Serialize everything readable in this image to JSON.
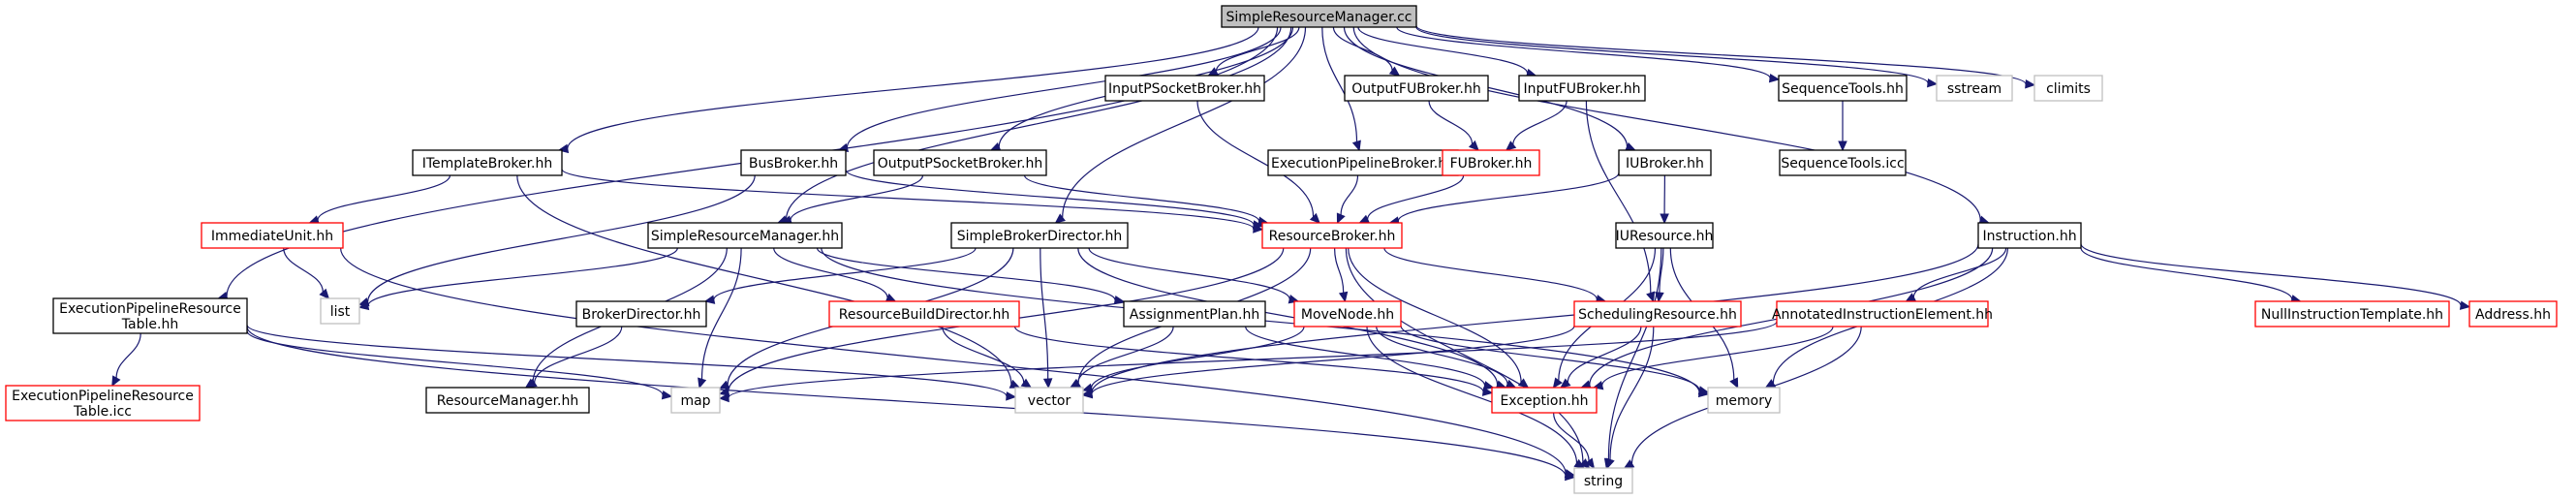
{
  "graph": {
    "nodes": [
      {
        "id": "src",
        "lines": [
          "SimpleResourceManager.cc"
        ],
        "style": "root"
      },
      {
        "id": "inpsock",
        "lines": [
          "InputPSocketBroker.hh"
        ],
        "style": "normal"
      },
      {
        "id": "outfu",
        "lines": [
          "OutputFUBroker.hh"
        ],
        "style": "normal"
      },
      {
        "id": "infu",
        "lines": [
          "InputFUBroker.hh"
        ],
        "style": "normal"
      },
      {
        "id": "seqtools",
        "lines": [
          "SequenceTools.hh"
        ],
        "style": "normal"
      },
      {
        "id": "sstream",
        "lines": [
          "sstream"
        ],
        "style": "external"
      },
      {
        "id": "climits",
        "lines": [
          "climits"
        ],
        "style": "external"
      },
      {
        "id": "seqicc",
        "lines": [
          "SequenceTools.icc"
        ],
        "style": "normal"
      },
      {
        "id": "itemplate",
        "lines": [
          "ITemplateBroker.hh"
        ],
        "style": "normal"
      },
      {
        "id": "bus",
        "lines": [
          "BusBroker.hh"
        ],
        "style": "normal"
      },
      {
        "id": "outpsock",
        "lines": [
          "OutputPSocketBroker.hh"
        ],
        "style": "normal"
      },
      {
        "id": "execbroker",
        "lines": [
          "ExecutionPipelineBroker.hh"
        ],
        "style": "normal"
      },
      {
        "id": "fubroker",
        "lines": [
          "FUBroker.hh"
        ],
        "style": "red"
      },
      {
        "id": "iubroker",
        "lines": [
          "IUBroker.hh"
        ],
        "style": "normal"
      },
      {
        "id": "immunit",
        "lines": [
          "ImmediateUnit.hh"
        ],
        "style": "red"
      },
      {
        "id": "srmhh",
        "lines": [
          "SimpleResourceManager.hh"
        ],
        "style": "normal"
      },
      {
        "id": "sbdir",
        "lines": [
          "SimpleBrokerDirector.hh"
        ],
        "style": "normal"
      },
      {
        "id": "rbroker",
        "lines": [
          "ResourceBroker.hh"
        ],
        "style": "red"
      },
      {
        "id": "iures",
        "lines": [
          "IUResource.hh"
        ],
        "style": "normal"
      },
      {
        "id": "instr",
        "lines": [
          "Instruction.hh"
        ],
        "style": "normal"
      },
      {
        "id": "eprt",
        "lines": [
          "ExecutionPipelineResource",
          "Table.hh"
        ],
        "style": "normal"
      },
      {
        "id": "list",
        "lines": [
          "list"
        ],
        "style": "external"
      },
      {
        "id": "bdir",
        "lines": [
          "BrokerDirector.hh"
        ],
        "style": "normal"
      },
      {
        "id": "rbd",
        "lines": [
          "ResourceBuildDirector.hh"
        ],
        "style": "red"
      },
      {
        "id": "aplan",
        "lines": [
          "AssignmentPlan.hh"
        ],
        "style": "normal"
      },
      {
        "id": "movenode",
        "lines": [
          "MoveNode.hh"
        ],
        "style": "red"
      },
      {
        "id": "schedres",
        "lines": [
          "SchedulingResource.hh"
        ],
        "style": "red"
      },
      {
        "id": "aie",
        "lines": [
          "AnnotatedInstructionElement.hh"
        ],
        "style": "red"
      },
      {
        "id": "nit",
        "lines": [
          "NullInstructionTemplate.hh"
        ],
        "style": "red"
      },
      {
        "id": "addr",
        "lines": [
          "Address.hh"
        ],
        "style": "red"
      },
      {
        "id": "eprticc",
        "lines": [
          "ExecutionPipelineResource",
          "Table.icc"
        ],
        "style": "red"
      },
      {
        "id": "rmgr",
        "lines": [
          "ResourceManager.hh"
        ],
        "style": "normal"
      },
      {
        "id": "map",
        "lines": [
          "map"
        ],
        "style": "external"
      },
      {
        "id": "vector",
        "lines": [
          "vector"
        ],
        "style": "external"
      },
      {
        "id": "exception",
        "lines": [
          "Exception.hh"
        ],
        "style": "red"
      },
      {
        "id": "memory",
        "lines": [
          "memory"
        ],
        "style": "external"
      },
      {
        "id": "string",
        "lines": [
          "string"
        ],
        "style": "external"
      }
    ],
    "edges": [
      [
        "src",
        "inpsock"
      ],
      [
        "src",
        "outfu"
      ],
      [
        "src",
        "infu"
      ],
      [
        "src",
        "seqtools"
      ],
      [
        "src",
        "sstream"
      ],
      [
        "src",
        "climits"
      ],
      [
        "src",
        "itemplate"
      ],
      [
        "src",
        "bus"
      ],
      [
        "src",
        "outpsock"
      ],
      [
        "src",
        "execbroker"
      ],
      [
        "src",
        "iubroker"
      ],
      [
        "src",
        "srmhh"
      ],
      [
        "src",
        "sbdir"
      ],
      [
        "src",
        "eprt"
      ],
      [
        "src",
        "instr"
      ],
      [
        "seqtools",
        "seqicc"
      ],
      [
        "outfu",
        "fubroker"
      ],
      [
        "infu",
        "fubroker"
      ],
      [
        "infu",
        "schedres"
      ],
      [
        "inpsock",
        "rbroker"
      ],
      [
        "execbroker",
        "rbroker"
      ],
      [
        "fubroker",
        "rbroker"
      ],
      [
        "iubroker",
        "rbroker"
      ],
      [
        "bus",
        "rbroker"
      ],
      [
        "outpsock",
        "rbroker"
      ],
      [
        "itemplate",
        "rbroker"
      ],
      [
        "iubroker",
        "iures"
      ],
      [
        "itemplate",
        "immunit"
      ],
      [
        "itemplate",
        "vector"
      ],
      [
        "bus",
        "list"
      ],
      [
        "outpsock",
        "srmhh"
      ],
      [
        "immunit",
        "list"
      ],
      [
        "immunit",
        "string"
      ],
      [
        "srmhh",
        "list"
      ],
      [
        "srmhh",
        "rmgr"
      ],
      [
        "srmhh",
        "map"
      ],
      [
        "srmhh",
        "rbd"
      ],
      [
        "srmhh",
        "aplan"
      ],
      [
        "srmhh",
        "memory"
      ],
      [
        "sbdir",
        "bdir"
      ],
      [
        "sbdir",
        "map"
      ],
      [
        "sbdir",
        "vector"
      ],
      [
        "sbdir",
        "movenode"
      ],
      [
        "sbdir",
        "exception"
      ],
      [
        "rbroker",
        "movenode"
      ],
      [
        "rbroker",
        "schedres"
      ],
      [
        "rbroker",
        "map"
      ],
      [
        "rbroker",
        "exception"
      ],
      [
        "rbroker",
        "string"
      ],
      [
        "rbroker",
        "vector"
      ],
      [
        "iures",
        "schedres"
      ],
      [
        "iures",
        "exception"
      ],
      [
        "iures",
        "memory"
      ],
      [
        "iures",
        "string"
      ],
      [
        "instr",
        "aie"
      ],
      [
        "instr",
        "nit"
      ],
      [
        "instr",
        "addr"
      ],
      [
        "instr",
        "vector"
      ],
      [
        "instr",
        "exception"
      ],
      [
        "instr",
        "memory"
      ],
      [
        "eprt",
        "eprticc"
      ],
      [
        "eprt",
        "map"
      ],
      [
        "eprt",
        "vector"
      ],
      [
        "eprt",
        "string"
      ],
      [
        "bdir",
        "rmgr"
      ],
      [
        "rbd",
        "vector"
      ],
      [
        "rbd",
        "exception"
      ],
      [
        "aplan",
        "vector"
      ],
      [
        "aplan",
        "exception"
      ],
      [
        "movenode",
        "vector"
      ],
      [
        "movenode",
        "exception"
      ],
      [
        "movenode",
        "memory"
      ],
      [
        "movenode",
        "string"
      ],
      [
        "schedres",
        "vector"
      ],
      [
        "schedres",
        "exception"
      ],
      [
        "schedres",
        "string"
      ],
      [
        "aie",
        "map"
      ],
      [
        "aie",
        "exception"
      ],
      [
        "aie",
        "string"
      ],
      [
        "exception",
        "string"
      ]
    ]
  }
}
